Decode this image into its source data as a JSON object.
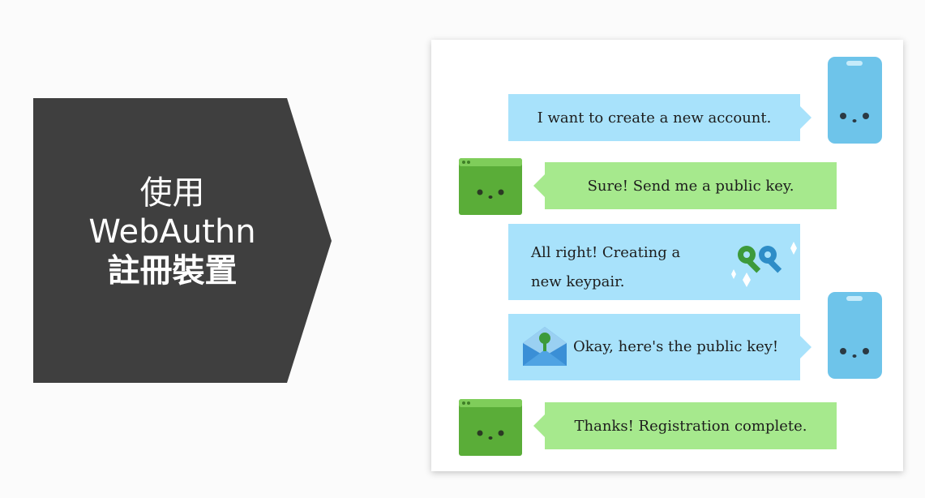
{
  "title": {
    "line1": "使用",
    "line2": "WebAuthn",
    "line3": "註冊裝置"
  },
  "colors": {
    "title_bg": "#3f3f3f",
    "user_bubble": "#a8e2fb",
    "server_bubble": "#a6e98d",
    "phone": "#6ec4ea",
    "server_box": "#5aad38",
    "key_green": "#3d9a3b",
    "key_blue": "#2e8dc7"
  },
  "conversation": [
    {
      "speaker": "phone",
      "text": "I want to create a new account."
    },
    {
      "speaker": "server",
      "text": "Sure! Send me a public key."
    },
    {
      "speaker": "phone",
      "line1": "All right! Creating a",
      "line2": "new keypair.",
      "icon": "keypair-icon"
    },
    {
      "speaker": "phone",
      "text": "Okay, here's the public key!",
      "icon": "envelope-key-icon"
    },
    {
      "speaker": "server",
      "text": "Thanks! Registration complete."
    }
  ],
  "icons": [
    "phone-icon",
    "server-icon",
    "keypair-icon",
    "envelope-key-icon",
    "sparkle-icon"
  ]
}
